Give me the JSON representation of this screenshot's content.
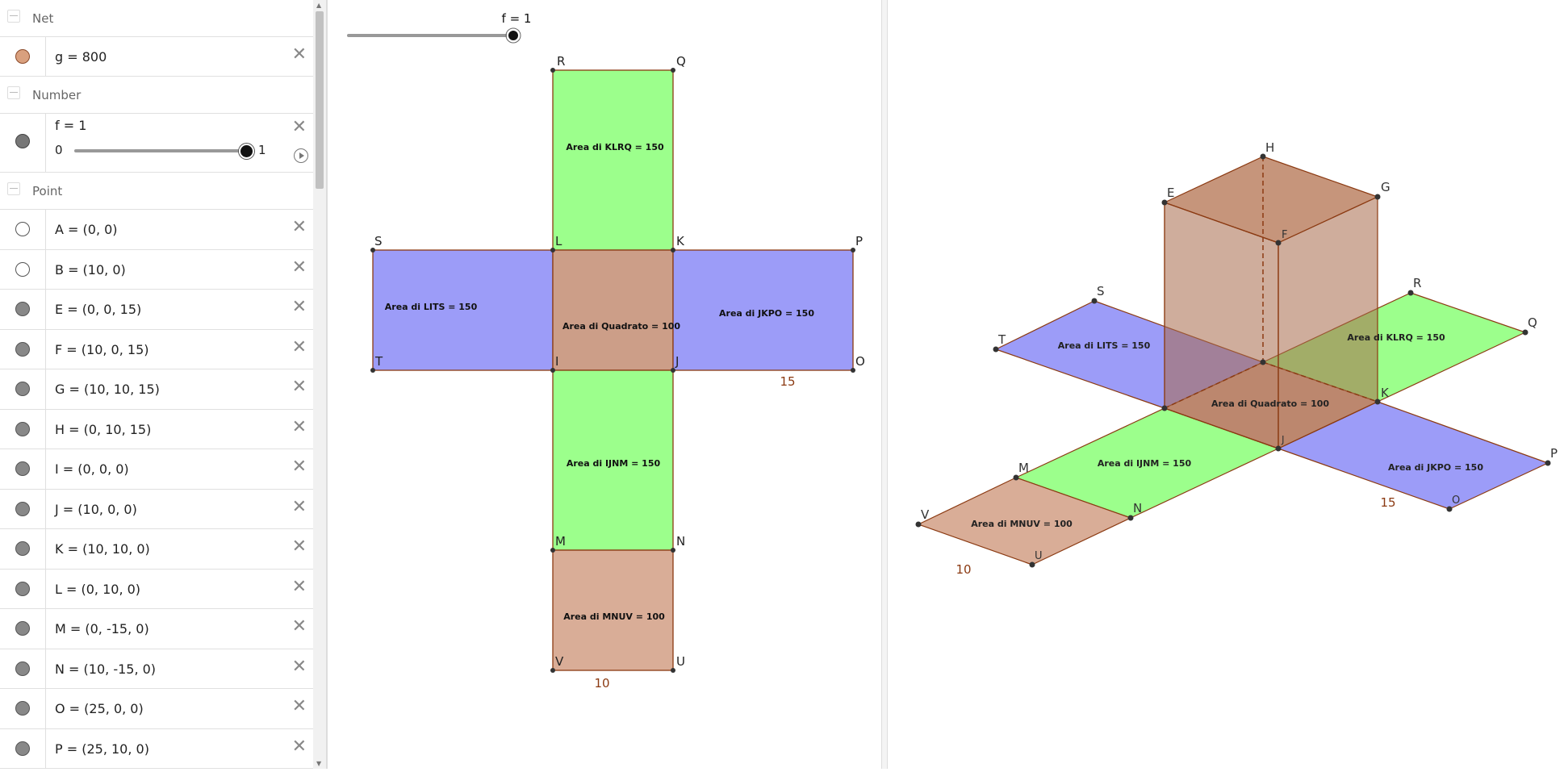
{
  "algebra": {
    "sections": {
      "net": "Net",
      "number": "Number",
      "point": "Point"
    },
    "net_row": {
      "expr": "g = 800",
      "color": "#d9a07e"
    },
    "number_row": {
      "expr": "f = 1",
      "slider_min": "0",
      "slider_max": "1",
      "value": 1
    },
    "points": [
      {
        "expr": "A = (0, 0)",
        "shown": false
      },
      {
        "expr": "B = (10, 0)",
        "shown": false
      },
      {
        "expr": "E = (0, 0, 15)",
        "shown": true
      },
      {
        "expr": "F = (10, 0, 15)",
        "shown": true
      },
      {
        "expr": "G = (10, 10, 15)",
        "shown": true
      },
      {
        "expr": "H = (0, 10, 15)",
        "shown": true
      },
      {
        "expr": "I = (0, 0, 0)",
        "shown": true
      },
      {
        "expr": "J = (10, 0, 0)",
        "shown": true
      },
      {
        "expr": "K = (10, 10, 0)",
        "shown": true
      },
      {
        "expr": "L = (0, 10, 0)",
        "shown": true
      },
      {
        "expr": "M = (0, -15, 0)",
        "shown": true
      },
      {
        "expr": "N = (10, -15, 0)",
        "shown": true
      },
      {
        "expr": "O = (25, 0, 0)",
        "shown": true
      },
      {
        "expr": "P = (25, 10, 0)",
        "shown": true
      }
    ]
  },
  "view2d": {
    "slider_label": "f = 1",
    "slider_value": 1,
    "labels": {
      "R": "R",
      "Q": "Q",
      "S": "S",
      "L": "L",
      "K": "K",
      "P": "P",
      "T": "T",
      "I": "I",
      "J": "J",
      "O": "O",
      "M": "M",
      "N": "N",
      "V": "V",
      "U": "U"
    },
    "areas": {
      "klrq": "Area di  KLRQ = 150",
      "lits": "Area di  LITS = 150",
      "quadrato": "Area di Quadrato = 100",
      "jkpo": "Area di  JKPO = 150",
      "ijnm": "Area di  IJNM = 150",
      "mnuv": "Area di  MNUV = 100"
    },
    "dims": {
      "length": "15",
      "width": "10"
    }
  },
  "view3d": {
    "labels": {
      "H": "H",
      "E": "E",
      "G": "G",
      "F": "F",
      "S": "S",
      "R": "R",
      "T": "T",
      "Q": "Q",
      "K": "K",
      "J": "J",
      "M": "M",
      "N": "N",
      "P": "P",
      "V": "V",
      "O": "O",
      "U": "U"
    },
    "areas": {
      "lits": "Area di  LITS = 150",
      "klrq": "Area di  KLRQ = 150",
      "quadrato": "Area di Quadrato = 100",
      "ijnm": "Area di  IJNM = 150",
      "jkpo": "Area di  JKPO = 150",
      "mnuv": "Area di  MNUV = 100"
    },
    "dims": {
      "length": "15",
      "width": "10"
    }
  },
  "colors": {
    "green": "#9cff8c",
    "blue": "#9c9cf8",
    "brown": "#cc9e88",
    "brown_light": "#d9ad97",
    "edge": "#8b3a12",
    "dim_text": "#8b3a12"
  }
}
